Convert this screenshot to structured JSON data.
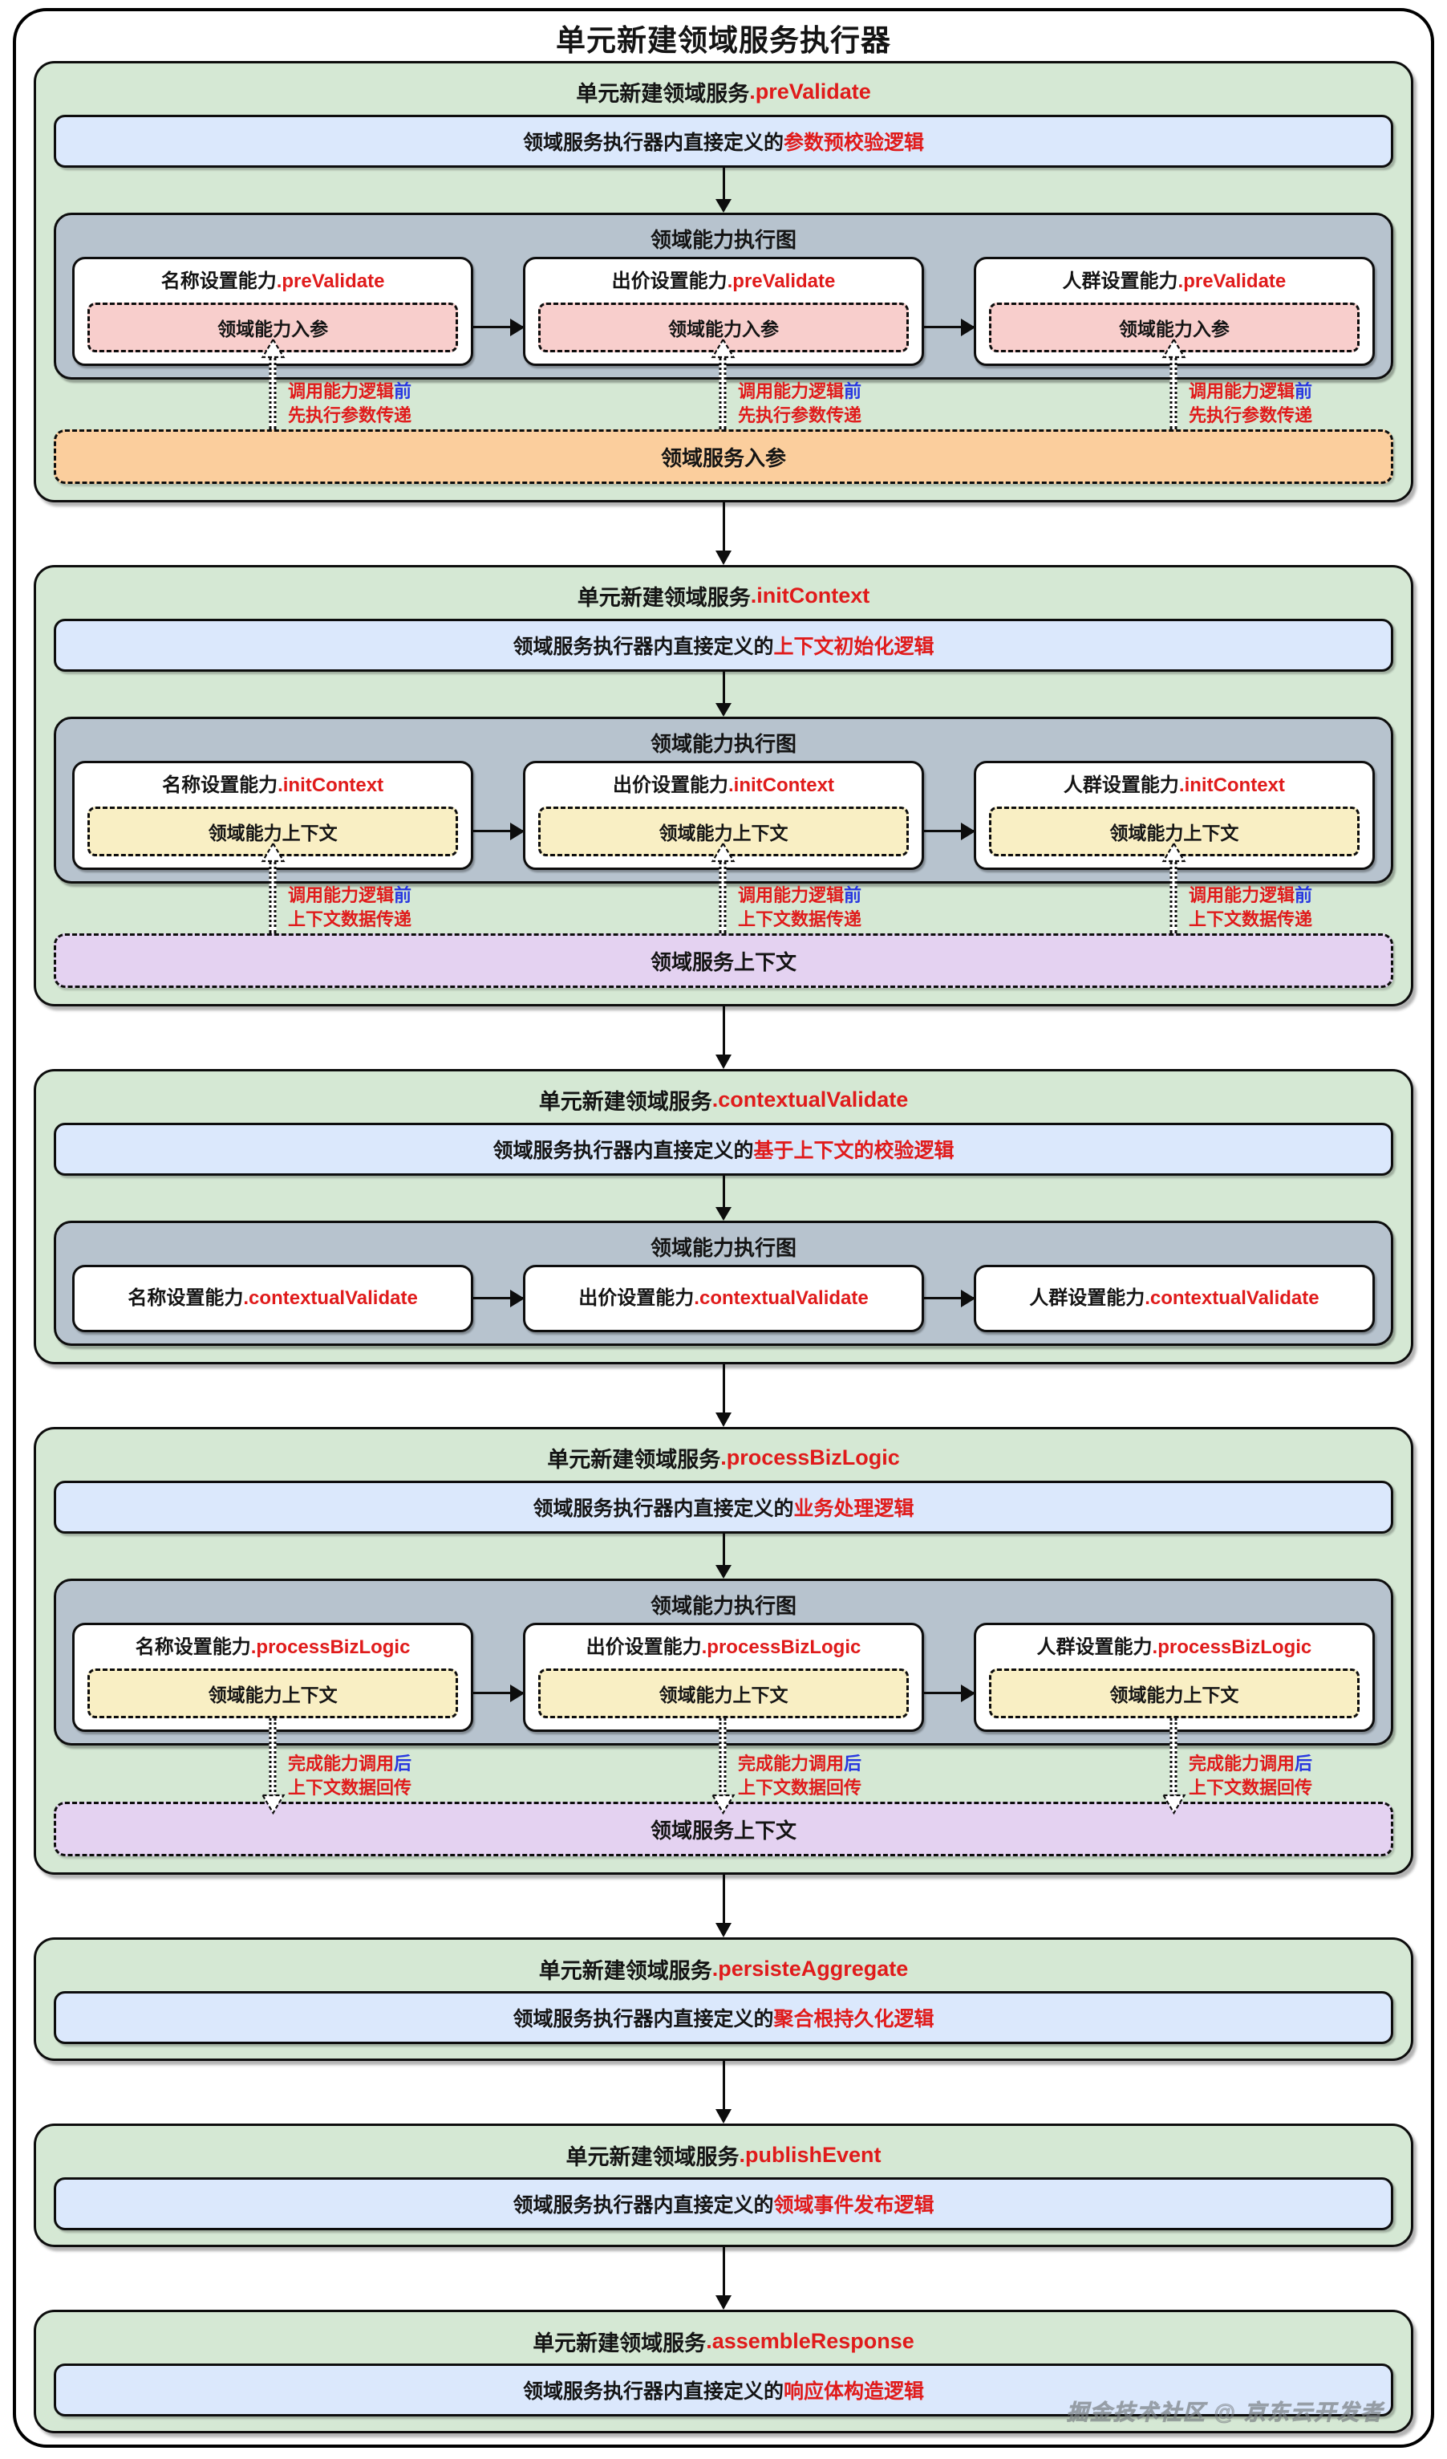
{
  "page": {
    "title": "单元新建领域服务执行器",
    "watermark": "掘金技术社区 @ 京东云开发者"
  },
  "colors": {
    "section_green": "#d5e8d4",
    "desc_blue": "#dbe8fc",
    "graph_gray": "#b7c3ce",
    "node_white": "#ffffff",
    "inner_pink": "#f8cecc",
    "inner_cream": "#f9efc4",
    "bus_orange": "#fbce9d",
    "bus_purple": "#e4d2f1",
    "highlight_red": "#e01b1b",
    "highlight_blue": "#2736e0"
  },
  "sections": [
    {
      "title_prefix": "单元新建领域服务",
      "title_method": ".preValidate",
      "desc_prefix": "领域服务执行器内直接定义的",
      "desc_highlight": "参数预校验逻辑",
      "graph_label": "领域能力执行图",
      "nodes": [
        {
          "name": "名称设置能力",
          "method": ".preValidate",
          "inner": "领域能力入参"
        },
        {
          "name": "出价设置能力",
          "method": ".preValidate",
          "inner": "领域能力入参"
        },
        {
          "name": "人群设置能力",
          "method": ".preValidate",
          "inner": "领域能力入参"
        }
      ],
      "transfer": {
        "line1": "调用能力逻辑",
        "line1_suffix": "前",
        "line2": "先执行参数传递"
      },
      "bus_label": "领域服务入参"
    },
    {
      "title_prefix": "单元新建领域服务",
      "title_method": ".initContext",
      "desc_prefix": "领域服务执行器内直接定义的",
      "desc_highlight": "上下文初始化逻辑",
      "graph_label": "领域能力执行图",
      "nodes": [
        {
          "name": "名称设置能力",
          "method": ".initContext",
          "inner": "领域能力上下文"
        },
        {
          "name": "出价设置能力",
          "method": ".initContext",
          "inner": "领域能力上下文"
        },
        {
          "name": "人群设置能力",
          "method": ".initContext",
          "inner": "领域能力上下文"
        }
      ],
      "transfer": {
        "line1": "调用能力逻辑",
        "line1_suffix": "前",
        "line2": "上下文数据传递"
      },
      "bus_label": "领域服务上下文"
    },
    {
      "title_prefix": "单元新建领域服务",
      "title_method": ".contextualValidate",
      "desc_prefix": "领域服务执行器内直接定义的",
      "desc_highlight": "基于上下文的校验逻辑",
      "graph_label": "领域能力执行图",
      "nodes": [
        {
          "name": "名称设置能力",
          "method": ".contextualValidate"
        },
        {
          "name": "出价设置能力",
          "method": ".contextualValidate"
        },
        {
          "name": "人群设置能力",
          "method": ".contextualValidate"
        }
      ]
    },
    {
      "title_prefix": "单元新建领域服务",
      "title_method": ".processBizLogic",
      "desc_prefix": "领域服务执行器内直接定义的",
      "desc_highlight": "业务处理逻辑",
      "graph_label": "领域能力执行图",
      "nodes": [
        {
          "name": "名称设置能力",
          "method": ".processBizLogic",
          "inner": "领域能力上下文"
        },
        {
          "name": "出价设置能力",
          "method": ".processBizLogic",
          "inner": "领域能力上下文"
        },
        {
          "name": "人群设置能力",
          "method": ".processBizLogic",
          "inner": "领域能力上下文"
        }
      ],
      "transfer": {
        "line1": "完成能力调用",
        "line1_suffix": "后",
        "line2": "上下文数据回传"
      },
      "bus_label": "领域服务上下文"
    },
    {
      "title_prefix": "单元新建领域服务",
      "title_method": ".persisteAggregate",
      "desc_prefix": "领域服务执行器内直接定义的",
      "desc_highlight": "聚合根持久化逻辑"
    },
    {
      "title_prefix": "单元新建领域服务",
      "title_method": ".publishEvent",
      "desc_prefix": "领域服务执行器内直接定义的",
      "desc_highlight": "领域事件发布逻辑"
    },
    {
      "title_prefix": "单元新建领域服务",
      "title_method": ".assembleResponse",
      "desc_prefix": "领域服务执行器内直接定义的",
      "desc_highlight": "响应体构造逻辑"
    }
  ]
}
